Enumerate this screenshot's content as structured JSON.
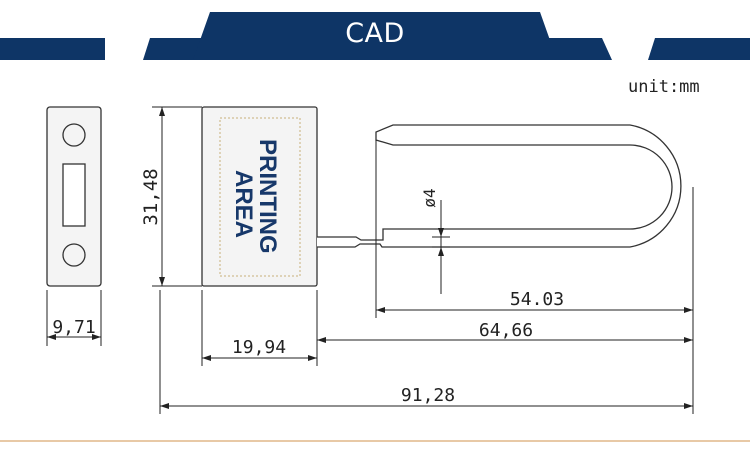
{
  "header": {
    "title": "CAD",
    "color": "#0e3566"
  },
  "unit_label": "unit:mm",
  "printing_area": {
    "line1": "PRINTING",
    "line2": "AREA",
    "color": "#17386a"
  },
  "dimensions": {
    "height": "31,48",
    "hole": "ø4",
    "side_width": "9,71",
    "body_width": "19,94",
    "shackle_inner": "54.03",
    "shackle_total": "64,66",
    "overall_length": "91,28"
  },
  "footer": {
    "line_color": "#e8c9a6"
  }
}
